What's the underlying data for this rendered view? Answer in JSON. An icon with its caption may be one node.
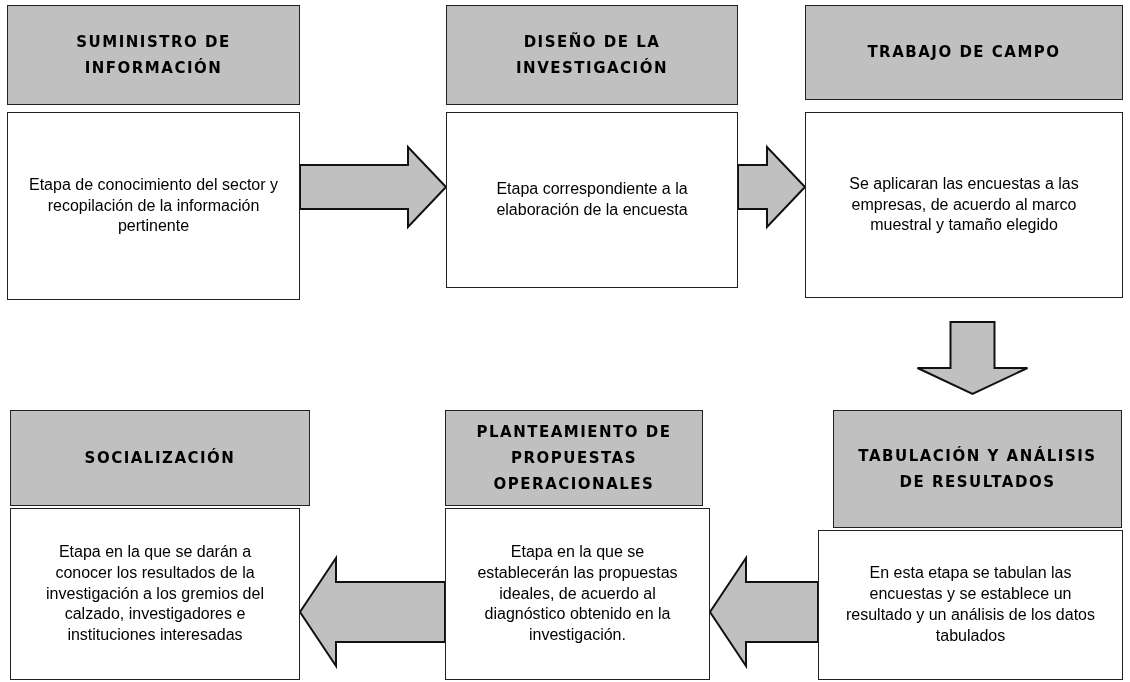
{
  "diagram": {
    "nodes": [
      {
        "text": [
          "SUMINISTRO DE INFORMACIÓN"
        ]
      },
      {
        "text": [
          "Etapa de conocimiento del sector y recopilación de la información pertinente"
        ]
      },
      {
        "text": [
          "DISEÑO DE LA INVESTIGACIÓN"
        ]
      },
      {
        "text": [
          "Etapa correspondiente a la elaboración de la encuesta"
        ]
      },
      {
        "text": [
          "TRABAJO DE CAMPO"
        ]
      },
      {
        "text": [
          "Se aplicaran las encuestas a las empresas, de acuerdo al marco muestral y tamaño elegido"
        ]
      },
      {
        "text": [
          "TABULACIÓN Y ANÁLISIS DE RESULTADOS"
        ]
      },
      {
        "text": [
          "En esta etapa se tabulan las encuestas y se establece un resultado y un análisis de los datos tabulados"
        ]
      },
      {
        "text": [
          "PLANTEAMIENTO DE PROPUESTAS OPERACIONALES"
        ]
      },
      {
        "text": [
          "Etapa en la que se establecerán las propuestas ideales, de acuerdo al diagnóstico obtenido en la investigación."
        ]
      },
      {
        "text": [
          "SOCIALIZACIÓN"
        ]
      },
      {
        "text": [
          "Etapa en la que se darán a conocer los resultados de la investigación a los gremios del calzado, investigadores e instituciones interesadas"
        ]
      }
    ],
    "edges": [
      {
        "from": 1,
        "to": 3,
        "arrow": "to"
      },
      {
        "from": 3,
        "to": 5,
        "arrow": "to"
      },
      {
        "from": 5,
        "to": 6,
        "arrow": "to"
      },
      {
        "from": 7,
        "to": 9,
        "arrow": "to"
      },
      {
        "from": 9,
        "to": 11,
        "arrow": "to"
      }
    ]
  }
}
